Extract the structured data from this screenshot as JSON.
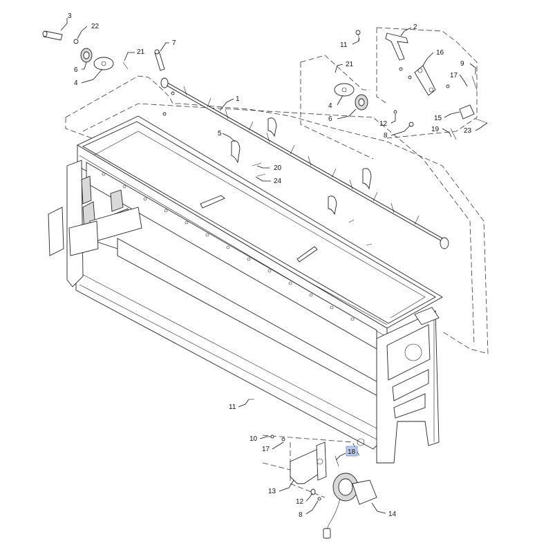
{
  "diagram": {
    "callouts": [
      {
        "id": "c3",
        "text": "3"
      },
      {
        "id": "c22",
        "text": "22"
      },
      {
        "id": "c6a",
        "text": "6"
      },
      {
        "id": "c4a",
        "text": "4"
      },
      {
        "id": "c21a",
        "text": "21"
      },
      {
        "id": "c7",
        "text": "7"
      },
      {
        "id": "c1",
        "text": "1"
      },
      {
        "id": "c5",
        "text": "5"
      },
      {
        "id": "c20",
        "text": "20"
      },
      {
        "id": "c24",
        "text": "24"
      },
      {
        "id": "c2",
        "text": "2"
      },
      {
        "id": "c11a",
        "text": "11"
      },
      {
        "id": "c16",
        "text": "16"
      },
      {
        "id": "c9",
        "text": "9"
      },
      {
        "id": "c21b",
        "text": "21"
      },
      {
        "id": "c17a",
        "text": "17"
      },
      {
        "id": "c4b",
        "text": "4"
      },
      {
        "id": "c6b",
        "text": "6"
      },
      {
        "id": "c12a",
        "text": "12"
      },
      {
        "id": "c8a",
        "text": "8"
      },
      {
        "id": "c15",
        "text": "15"
      },
      {
        "id": "c19",
        "text": "19"
      },
      {
        "id": "c23",
        "text": "23"
      },
      {
        "id": "c11b",
        "text": "11"
      },
      {
        "id": "c10",
        "text": "10"
      },
      {
        "id": "c17b",
        "text": "17"
      },
      {
        "id": "c18",
        "text": "18"
      },
      {
        "id": "c13",
        "text": "13"
      },
      {
        "id": "c12b",
        "text": "12"
      },
      {
        "id": "c8b",
        "text": "8"
      },
      {
        "id": "c14",
        "text": "14"
      }
    ],
    "highlighted_callout": "18",
    "colors": {
      "line": "#111111",
      "highlight": "#b8c8e6",
      "part_fill": "#d9d9d9"
    }
  }
}
